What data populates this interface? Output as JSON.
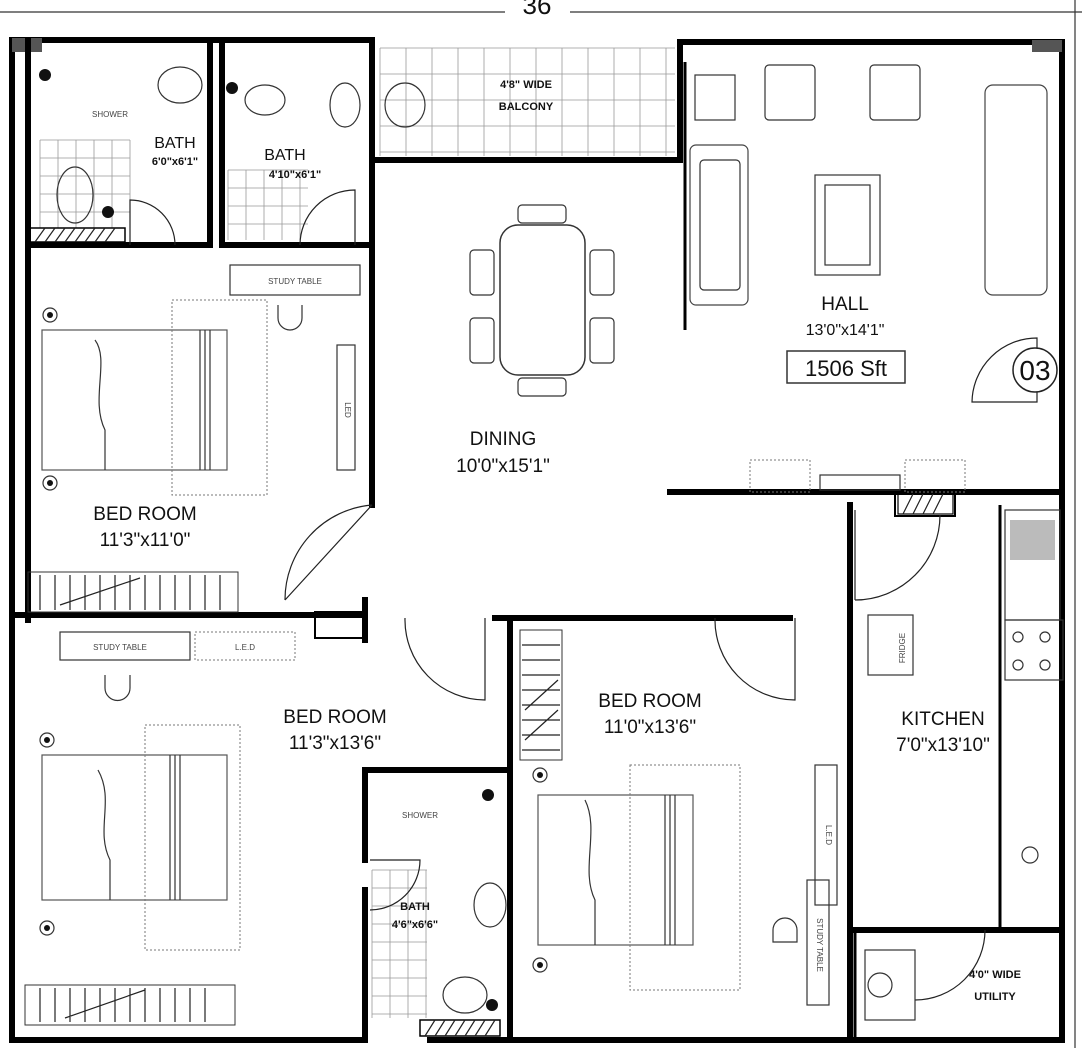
{
  "top_dimension": "36",
  "unit_number": "03",
  "area_label": "1506 Sft",
  "rooms": {
    "bath1": {
      "name": "BATH",
      "dims": "6'0\"x6'1\"",
      "shower": "SHOWER"
    },
    "bath2": {
      "name": "BATH",
      "dims": "4'10\"x6'1\""
    },
    "balcony": {
      "name": "4'8\" WIDE",
      "name2": "BALCONY"
    },
    "hall": {
      "name": "HALL",
      "dims": "13'0\"x14'1\""
    },
    "dining": {
      "name": "DINING",
      "dims": "10'0\"x15'1\""
    },
    "bed1": {
      "name": "BED ROOM",
      "dims": "11'3\"x11'0\""
    },
    "bed2": {
      "name": "BED ROOM",
      "dims": "11'3\"x13'6\""
    },
    "bed3": {
      "name": "BED ROOM",
      "dims": "11'0\"x13'6\""
    },
    "kitchen": {
      "name": "KITCHEN",
      "dims": "7'0\"x13'10\""
    },
    "bath3": {
      "name": "BATH",
      "dims": "4'6\"x6'6\"",
      "shower": "SHOWER"
    },
    "utility": {
      "name": "4'0\" WIDE",
      "name2": "UTILITY"
    }
  },
  "furniture": {
    "study_table_1": "STUDY TABLE",
    "study_table_2": "STUDY TABLE",
    "study_table_3": "STUDY TABLE",
    "led_1": "LED",
    "led_2": "L.E.D",
    "led_3": "L.E.D",
    "fridge": "FRIDGE"
  }
}
